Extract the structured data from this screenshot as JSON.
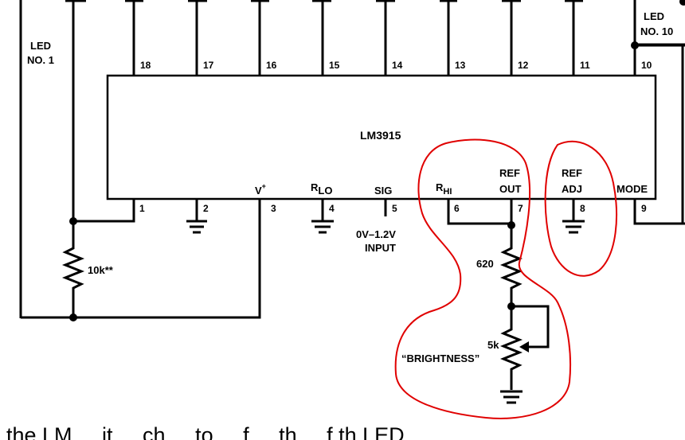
{
  "chip": {
    "name": "LM3915"
  },
  "top_pins": [
    "18",
    "17",
    "16",
    "15",
    "14",
    "13",
    "12",
    "11",
    "10"
  ],
  "bottom_pins": [
    "1",
    "2",
    "3",
    "4",
    "5",
    "6",
    "7",
    "8",
    "9"
  ],
  "pin_labels": {
    "vplus": "V",
    "vplus_sup": "+",
    "rlo_main": "R",
    "rlo_sub": "LO",
    "sig": "SIG",
    "rhi_main": "R",
    "rhi_sub": "HI",
    "refout_1": "REF",
    "refout_2": "OUT",
    "refadj_1": "REF",
    "refadj_2": "ADJ",
    "mode": "MODE"
  },
  "led1": {
    "line1": "LED",
    "line2": "NO. 1"
  },
  "led10": {
    "line1": "LED",
    "line2": "NO. 10"
  },
  "components": {
    "r_10k": "10k**",
    "r_620": "620",
    "pot_value": "5k",
    "pot_name": "“BRIGHTNESS”"
  },
  "input_label": {
    "line1": "0V–1.2V",
    "line2": "INPUT"
  },
  "caption_fragment": "the LM ... it ... ch ... to ... f ... th ... f th  LED",
  "colors": {
    "ink": "#000000",
    "markup": "#e00000",
    "background": "#ffffff"
  }
}
